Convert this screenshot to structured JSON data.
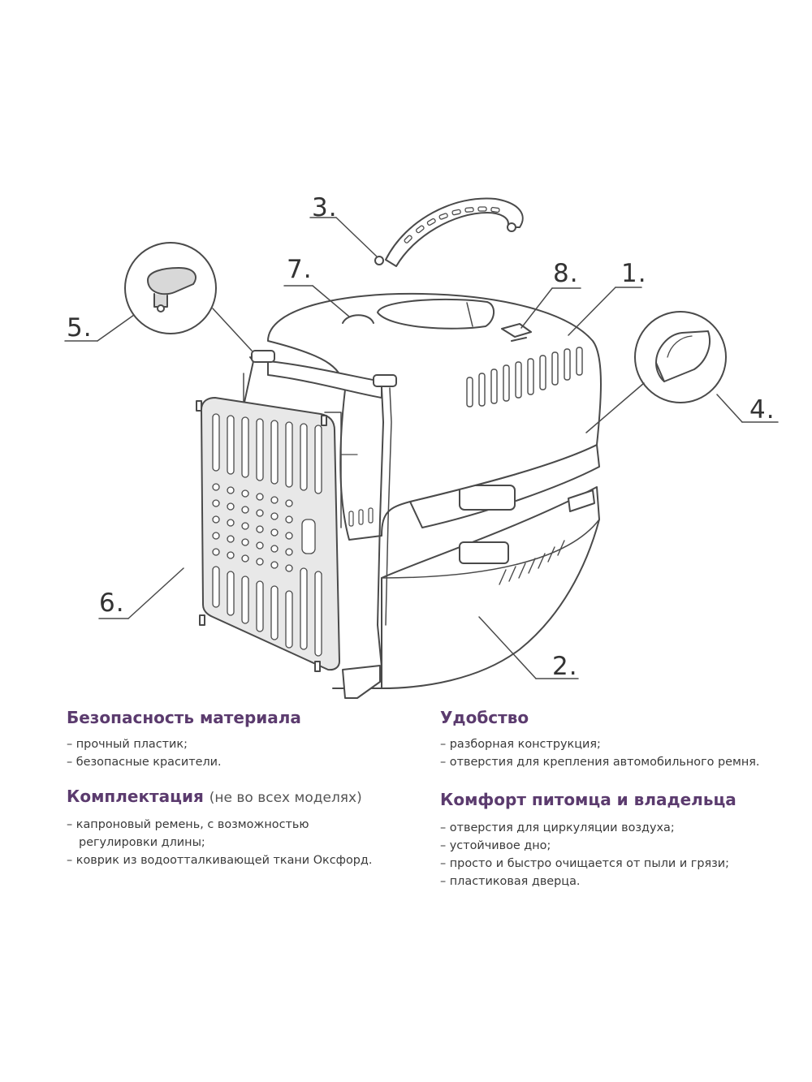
{
  "callouts": {
    "c1": "1.",
    "c2": "2.",
    "c3": "3.",
    "c4": "4.",
    "c5": "5.",
    "c6": "6.",
    "c7": "7.",
    "c8": "8."
  },
  "sections": {
    "material": {
      "title": "Безопасность материала",
      "items": [
        "– прочный пластик;",
        "– безопасные красители."
      ]
    },
    "kit": {
      "title": "Комплектация",
      "note": "(не во всех моделях)",
      "items": [
        "– капроновый ремень, с возможностью",
        "регулировки длины;",
        "– коврик из водоотталкивающей ткани Оксфорд."
      ]
    },
    "convenience": {
      "title": "Удобство",
      "items": [
        "– разборная конструкция;",
        "– отверстия для крепления автомобильного ремня."
      ]
    },
    "comfort": {
      "title": "Комфорт питомца и владельца",
      "items": [
        "– отверстия для циркуляции воздуха;",
        "– устойчивое дно;",
        "– просто и быстро очищается от пыли и грязи;",
        "– пластиковая дверца."
      ]
    }
  },
  "colors": {
    "heading": "#5b3b6e",
    "line": "#4a4a4a",
    "door_fill": "#e8e8e8"
  }
}
